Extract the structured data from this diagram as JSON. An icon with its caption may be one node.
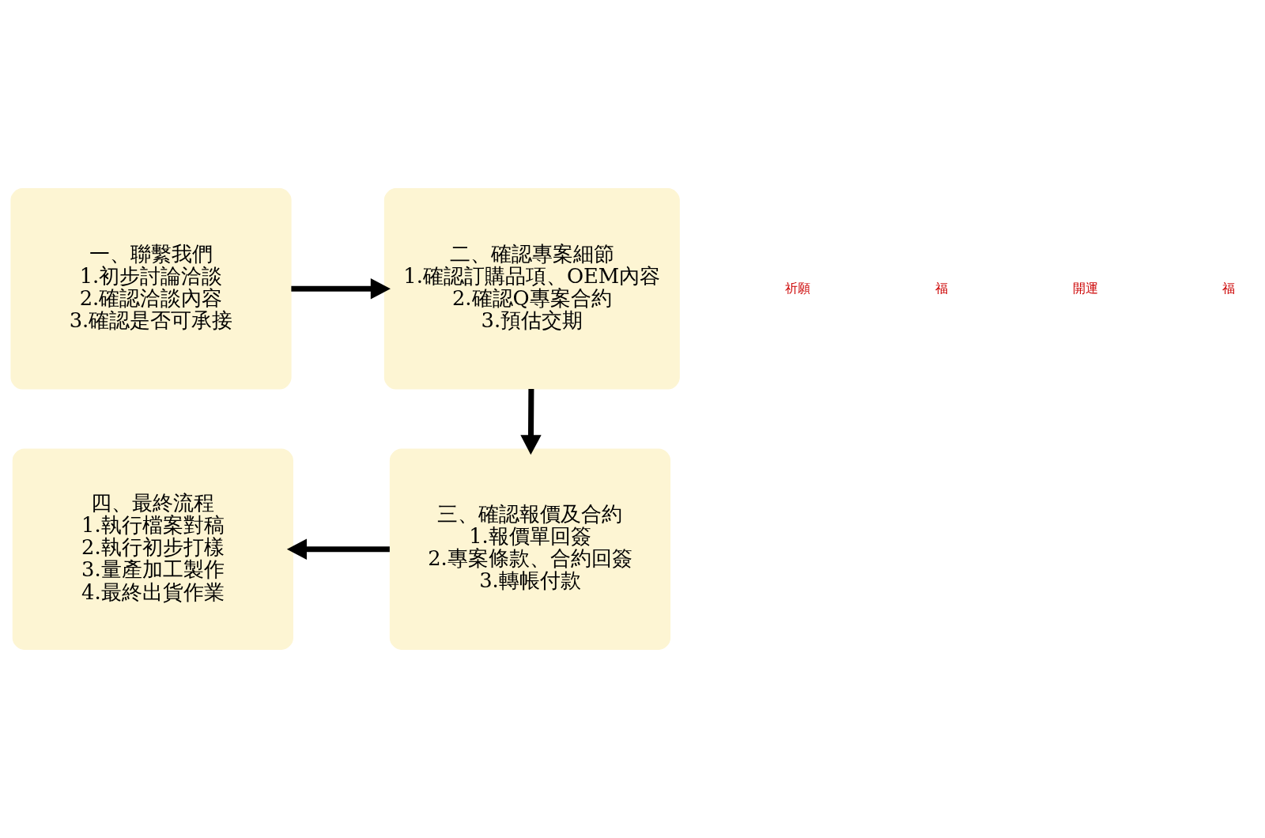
{
  "diagram": {
    "nodes": [
      {
        "text": [
          "一、聯繫我們",
          "1.初步討論洽談",
          "2.確認洽談內容",
          "3.確認是否可承接"
        ]
      },
      {
        "text": [
          "二、確認專案細節",
          "1.確認訂購品項、OEM內容",
          "2.確認Q專案合約",
          "3.預估交期"
        ]
      },
      {
        "text": [
          "三、確認報價及合約",
          "1.報價單回簽",
          "2.專案條款、合約回簽",
          "3.轉帳付款"
        ]
      },
      {
        "text": [
          "四、最終流程",
          "1.執行檔案對稿",
          "2.執行初步打樣",
          "3.量產加工製作",
          "4.最終出貨作業"
        ]
      }
    ],
    "edges": [
      {
        "from": 0,
        "to": 1,
        "arrow": "to"
      },
      {
        "from": 1,
        "to": 2,
        "arrow": "to"
      },
      {
        "from": 2,
        "to": 3,
        "arrow": "to"
      }
    ],
    "labels": [
      "祈願",
      "福",
      "開運",
      "福"
    ]
  }
}
